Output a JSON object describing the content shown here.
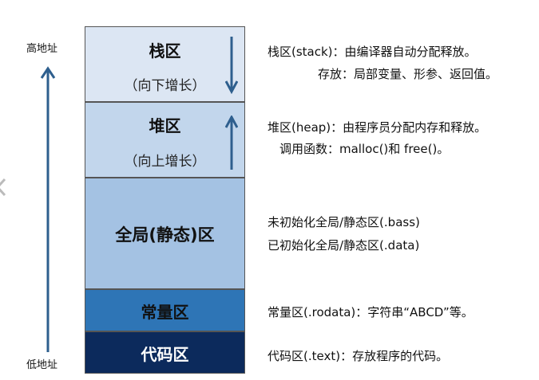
{
  "address_axis": {
    "high_label": "高地址",
    "low_label": "低地址"
  },
  "segments": [
    {
      "title": "栈区",
      "sub": "（向下增长）",
      "color": "#dce6f3",
      "arrow": "down"
    },
    {
      "title": "堆区",
      "sub": "（向上增长）",
      "color": "#c2d6ec",
      "arrow": "up"
    },
    {
      "title": "全局(静态)区",
      "color": "#a4c2e3"
    },
    {
      "title": "常量区",
      "color": "#2e75b6"
    },
    {
      "title": "代码区",
      "color": "#0c2a5c"
    }
  ],
  "descriptions": {
    "stack_line1": "栈区(stack)：由编译器自动分配释放。",
    "stack_line2": "存放：局部变量、形参、返回值。",
    "heap_line1": "堆区(heap)：由程序员分配内存和释放。",
    "heap_line2": "调用函数：malloc()和 free()。",
    "global_line1": "未初始化全局/静态区(.bass)",
    "global_line2": "已初始化全局/静态区(.data)",
    "const_line": "常量区(.rodata)：字符串“ABCD”等。",
    "code_line": "代码区(.text)：存放程序的代码。"
  },
  "colors": {
    "arrow": "#2e5f8e",
    "accent_dark": "#0c2a5c"
  },
  "icons": {
    "address_arrow": "arrow-up-icon",
    "stack_arrow": "arrow-down-icon",
    "heap_arrow": "arrow-up-icon"
  }
}
